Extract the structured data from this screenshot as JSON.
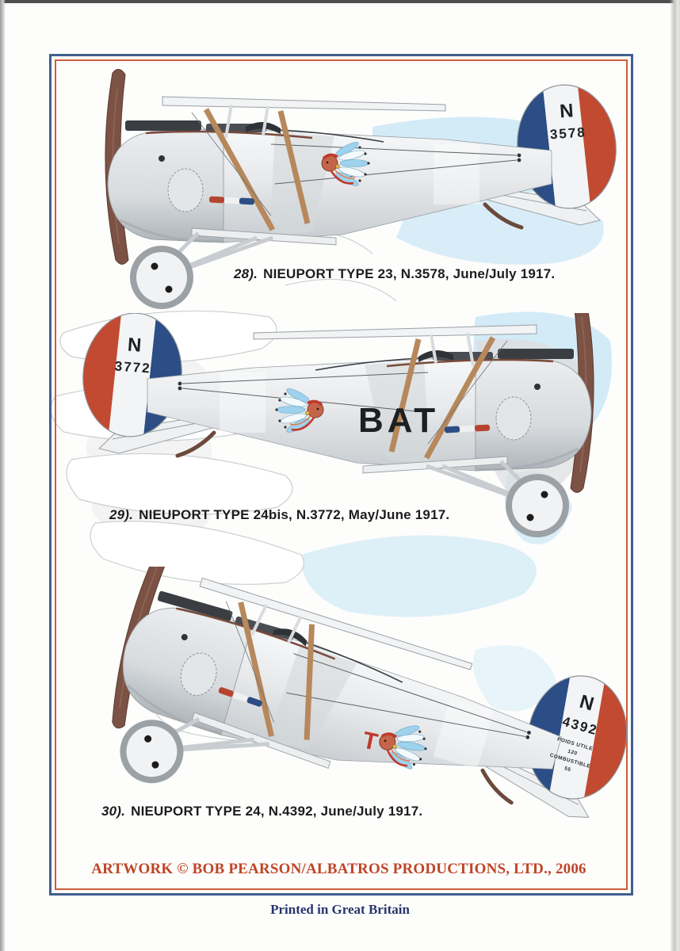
{
  "page": {
    "credit": "ARTWORK © BOB PEARSON/ALBATROS PRODUCTIONS, LTD., 2006",
    "printed": "Printed in Great Britain"
  },
  "profiles": [
    {
      "index": "28).",
      "caption": "NIEUPORT TYPE 23, N.3578, June/July 1917.",
      "tail_letter": "N",
      "tail_number": "3578"
    },
    {
      "index": "29).",
      "caption": "NIEUPORT TYPE 24bis, N.3772, May/June 1917.",
      "tail_letter": "N",
      "tail_number": "3772",
      "fuselage_text": "BAT"
    },
    {
      "index": "30).",
      "caption": "NIEUPORT TYPE 24, N.4392, June/July 1917.",
      "tail_letter": "N",
      "tail_number": "4392",
      "fuselage_mark": "T",
      "stencil": [
        "POIDS UTILE",
        "120",
        "COMBUSTIBLE",
        "55"
      ]
    }
  ],
  "colors": {
    "frame_blue": "#41608e",
    "frame_orange": "#cd5e3a",
    "credit_red": "#bf4526",
    "printed_blue": "#27356b",
    "watermark_blue": "#cfe9f6",
    "tail_blue": "#2c4d85",
    "tail_red": "#c14a31",
    "propeller_brown": "#7b5244",
    "strut_tan": "#b6885c",
    "fuselage_silver": "#e7e9eb"
  }
}
